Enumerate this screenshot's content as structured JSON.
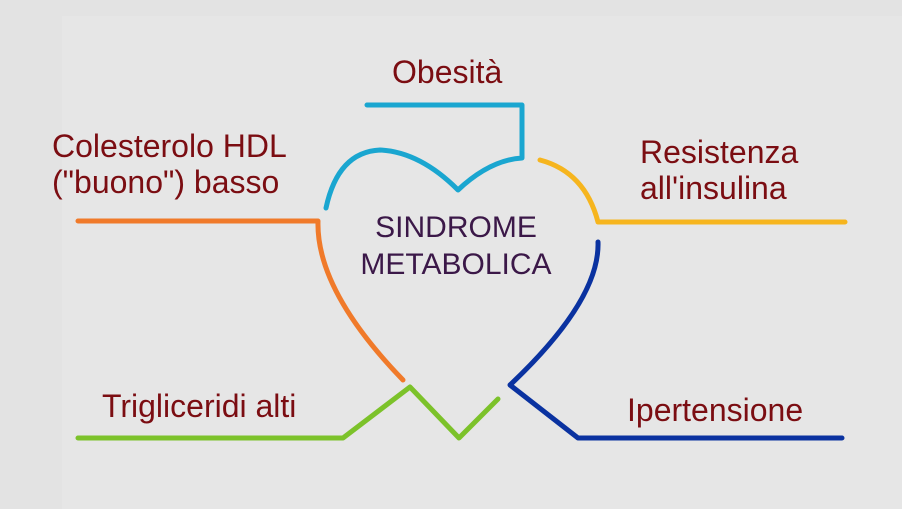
{
  "diagram": {
    "title_line1": "SINDROME",
    "title_line2": "METABOLICA",
    "title_color": "#3b1848",
    "label_color": "#7b0d12",
    "background": "#e3e3e3",
    "nodes": [
      {
        "id": "obesita",
        "line1": "Obesità",
        "line2": "",
        "color": "#1aa6d0"
      },
      {
        "id": "resistenza",
        "line1": "Resistenza",
        "line2": "all'insulina",
        "color": "#f6b51e"
      },
      {
        "id": "ipertensione",
        "line1": "Ipertensione",
        "line2": "",
        "color": "#0a32a0"
      },
      {
        "id": "trigliceridi",
        "line1": "Trigliceridi alti",
        "line2": "",
        "color": "#7cc22a"
      },
      {
        "id": "colesterolo",
        "line1": "Colesterolo HDL",
        "line2": "(\"buono\") basso",
        "color": "#f07a2a"
      }
    ]
  }
}
